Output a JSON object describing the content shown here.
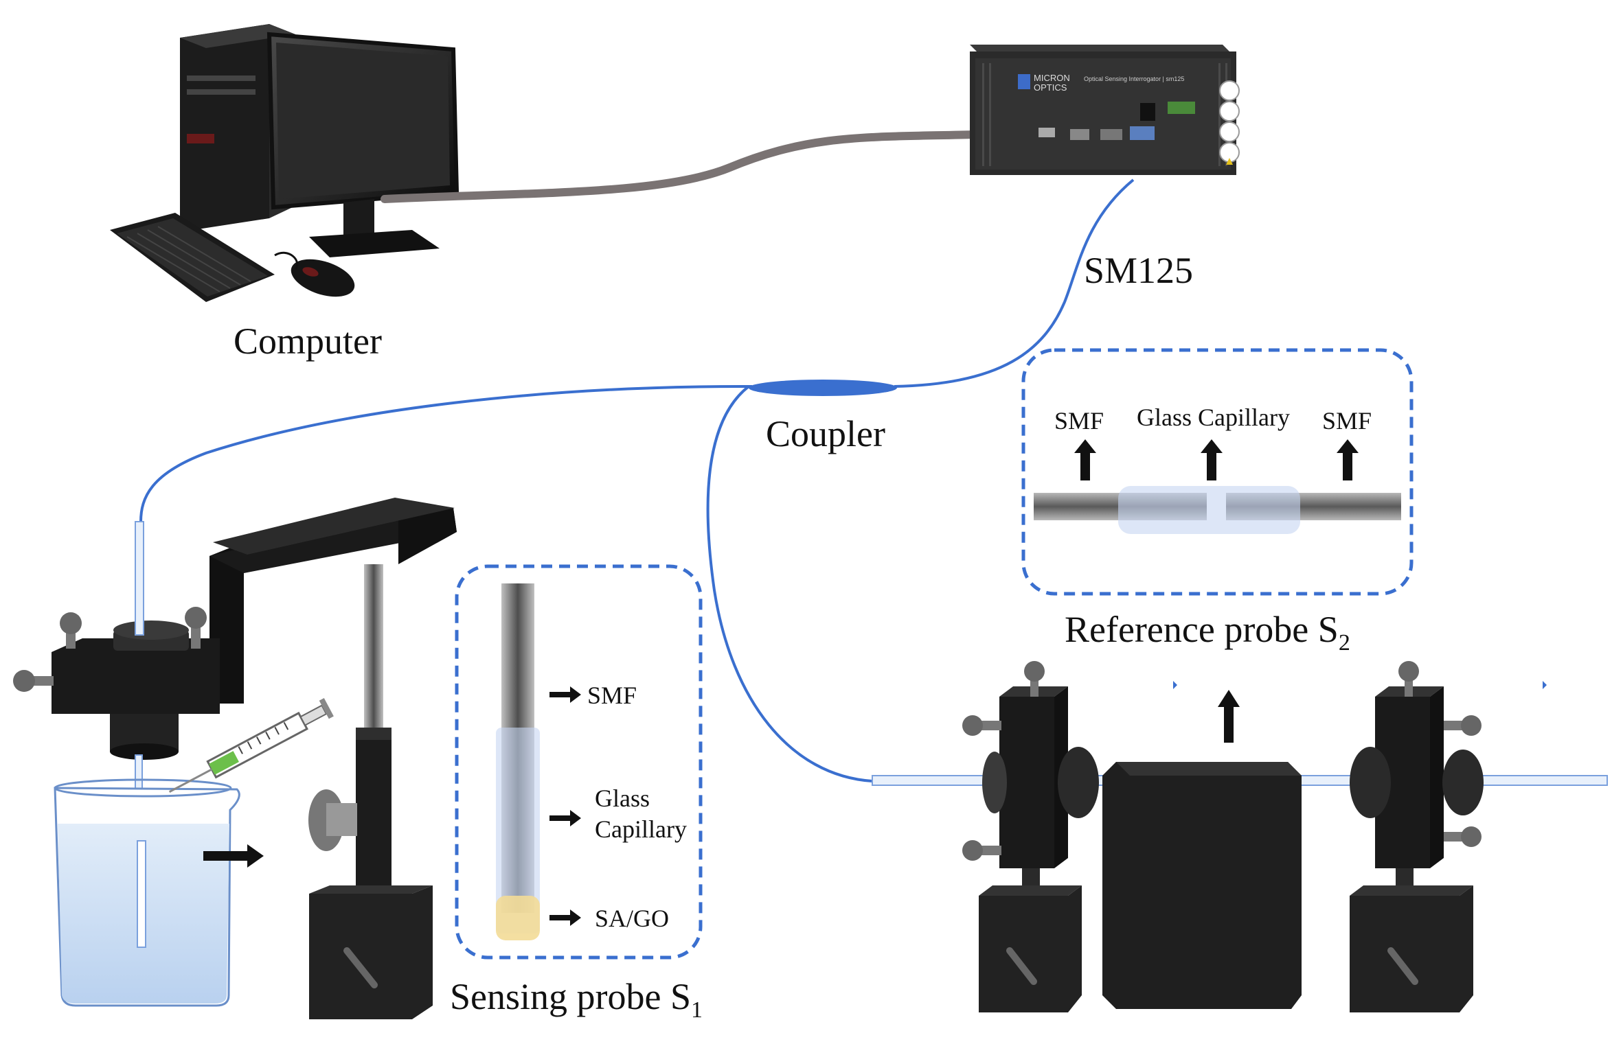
{
  "labels": {
    "computer": "Computer",
    "interrogator": "SM125",
    "coupler": "Coupler",
    "sensing_probe_prefix": "Sensing probe S",
    "sensing_probe_sub": "1",
    "reference_probe_prefix": "Reference probe S",
    "reference_probe_sub": "2"
  },
  "sensing_inset": {
    "smf": "SMF",
    "glass_line1": "Glass",
    "glass_line2": "Capillary",
    "coating": "SA/GO"
  },
  "reference_inset": {
    "smf_left": "SMF",
    "glass": "Glass Capillary",
    "smf_right": "SMF"
  },
  "device_panel": {
    "brand_line1": "MICRON",
    "brand_line2": "OPTICS",
    "model_text": "Optical Sensing Interrogator | sm125"
  },
  "colors": {
    "fiber": "#3a6fcf",
    "dashed_frame": "#3a6fcf",
    "hardware": "#222222",
    "water": "#cfe0f5",
    "coating": "#f3dc97",
    "capillary": "#c7d6f2"
  }
}
